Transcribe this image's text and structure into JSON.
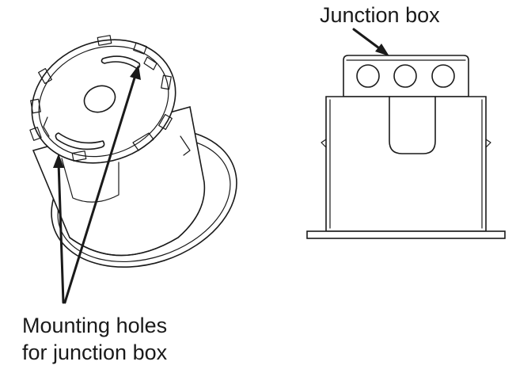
{
  "labels": {
    "junction_box": "Junction box",
    "mounting_holes_line1": "Mounting holes",
    "mounting_holes_line2": "for junction box"
  },
  "colors": {
    "line": "#1a1a1a",
    "background": "#ffffff"
  }
}
